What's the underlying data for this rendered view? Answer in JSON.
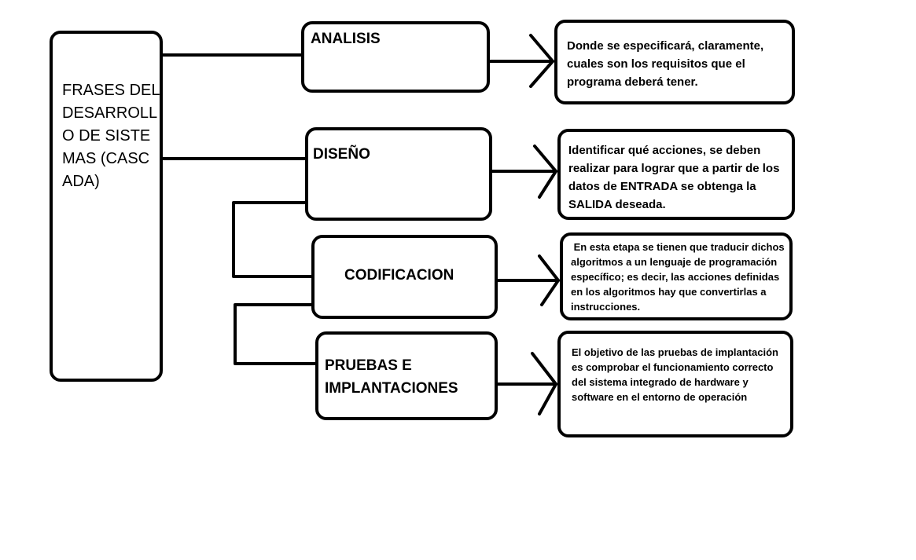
{
  "root": {
    "label": "FRASES DEL DESARROLLO DE SISTEMAS (CASCADA)"
  },
  "stages": [
    {
      "label": "ANALISIS",
      "description": "Donde se especificará, claramente, cuales son los requisitos que el programa deberá tener."
    },
    {
      "label": "DISEÑO",
      "description": "Identificar qué acciones, se deben realizar para lograr que a partir de los datos de ENTRADA se obtenga la SALIDA deseada."
    },
    {
      "label": "CODIFICACION",
      "description": " En esta etapa se tienen que traducir dichos algoritmos a un lenguaje de programación específico; es decir, las acciones definidas en los algoritmos hay que convertirlas a instrucciones."
    },
    {
      "label": "PRUEBAS E IMPLANTACIONES",
      "description": "El objetivo de las pruebas de implantación es comprobar el funcionamiento correcto del sistema integrado de hardware y software en el entorno de operación"
    }
  ]
}
